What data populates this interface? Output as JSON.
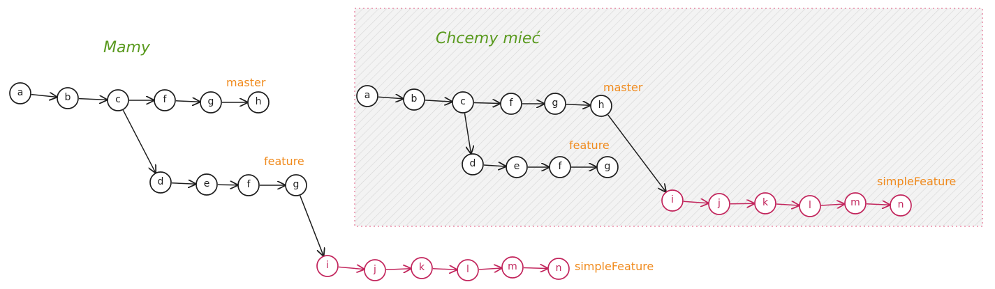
{
  "colors": {
    "black": "#1e1e1e",
    "pink": "#c2255c",
    "orange": "#f08a1c",
    "green": "#5a9a1f",
    "panel_fill": "#f1f1f1",
    "panel_border": "#e0547e"
  },
  "left": {
    "title": "Mamy",
    "labels": {
      "master": "master",
      "feature": "feature",
      "simple": "simpleFeature"
    },
    "nodes": [
      {
        "id": "a",
        "label": "a",
        "color": "black"
      },
      {
        "id": "b",
        "label": "b",
        "color": "black"
      },
      {
        "id": "c",
        "label": "c",
        "color": "black"
      },
      {
        "id": "f1",
        "label": "f",
        "color": "black"
      },
      {
        "id": "g1",
        "label": "g",
        "color": "black"
      },
      {
        "id": "h",
        "label": "h",
        "color": "black"
      },
      {
        "id": "d",
        "label": "d",
        "color": "black"
      },
      {
        "id": "e",
        "label": "e",
        "color": "black"
      },
      {
        "id": "f2",
        "label": "f",
        "color": "black"
      },
      {
        "id": "g2",
        "label": "g",
        "color": "black"
      },
      {
        "id": "i",
        "label": "i",
        "color": "pink"
      },
      {
        "id": "j",
        "label": "j",
        "color": "pink"
      },
      {
        "id": "k",
        "label": "k",
        "color": "pink"
      },
      {
        "id": "l",
        "label": "l",
        "color": "pink"
      },
      {
        "id": "m",
        "label": "m",
        "color": "pink"
      },
      {
        "id": "n",
        "label": "n",
        "color": "pink"
      }
    ],
    "edges": [
      [
        "a",
        "b",
        "black"
      ],
      [
        "b",
        "c",
        "black"
      ],
      [
        "c",
        "f1",
        "black"
      ],
      [
        "f1",
        "g1",
        "black"
      ],
      [
        "g1",
        "h",
        "black"
      ],
      [
        "c",
        "d",
        "black"
      ],
      [
        "d",
        "e",
        "black"
      ],
      [
        "e",
        "f2",
        "black"
      ],
      [
        "f2",
        "g2",
        "black"
      ],
      [
        "g2",
        "i",
        "black"
      ],
      [
        "i",
        "j",
        "pink"
      ],
      [
        "j",
        "k",
        "pink"
      ],
      [
        "k",
        "l",
        "pink"
      ],
      [
        "l",
        "m",
        "pink"
      ],
      [
        "m",
        "n",
        "pink"
      ]
    ]
  },
  "right": {
    "title": "Chcemy mieć",
    "labels": {
      "master": "master",
      "feature": "feature",
      "simple": "simpleFeature"
    },
    "nodes": [
      {
        "id": "a",
        "label": "a",
        "color": "black"
      },
      {
        "id": "b",
        "label": "b",
        "color": "black"
      },
      {
        "id": "c",
        "label": "c",
        "color": "black"
      },
      {
        "id": "f1",
        "label": "f",
        "color": "black"
      },
      {
        "id": "g1",
        "label": "g",
        "color": "black"
      },
      {
        "id": "h",
        "label": "h",
        "color": "black"
      },
      {
        "id": "d",
        "label": "d",
        "color": "black"
      },
      {
        "id": "e",
        "label": "e",
        "color": "black"
      },
      {
        "id": "f2",
        "label": "f",
        "color": "black"
      },
      {
        "id": "g2",
        "label": "g",
        "color": "black"
      },
      {
        "id": "i",
        "label": "i",
        "color": "pink"
      },
      {
        "id": "j",
        "label": "j",
        "color": "pink"
      },
      {
        "id": "k",
        "label": "k",
        "color": "pink"
      },
      {
        "id": "l",
        "label": "l",
        "color": "pink"
      },
      {
        "id": "m",
        "label": "m",
        "color": "pink"
      },
      {
        "id": "n",
        "label": "n",
        "color": "pink"
      }
    ],
    "edges": [
      [
        "a",
        "b",
        "black"
      ],
      [
        "b",
        "c",
        "black"
      ],
      [
        "c",
        "f1",
        "black"
      ],
      [
        "f1",
        "g1",
        "black"
      ],
      [
        "g1",
        "h",
        "black"
      ],
      [
        "c",
        "d",
        "black"
      ],
      [
        "d",
        "e",
        "black"
      ],
      [
        "e",
        "f2",
        "black"
      ],
      [
        "f2",
        "g2",
        "black"
      ],
      [
        "h",
        "i",
        "black"
      ],
      [
        "i",
        "j",
        "pink"
      ],
      [
        "j",
        "k",
        "pink"
      ],
      [
        "k",
        "l",
        "pink"
      ],
      [
        "l",
        "m",
        "pink"
      ],
      [
        "m",
        "n",
        "pink"
      ]
    ]
  }
}
